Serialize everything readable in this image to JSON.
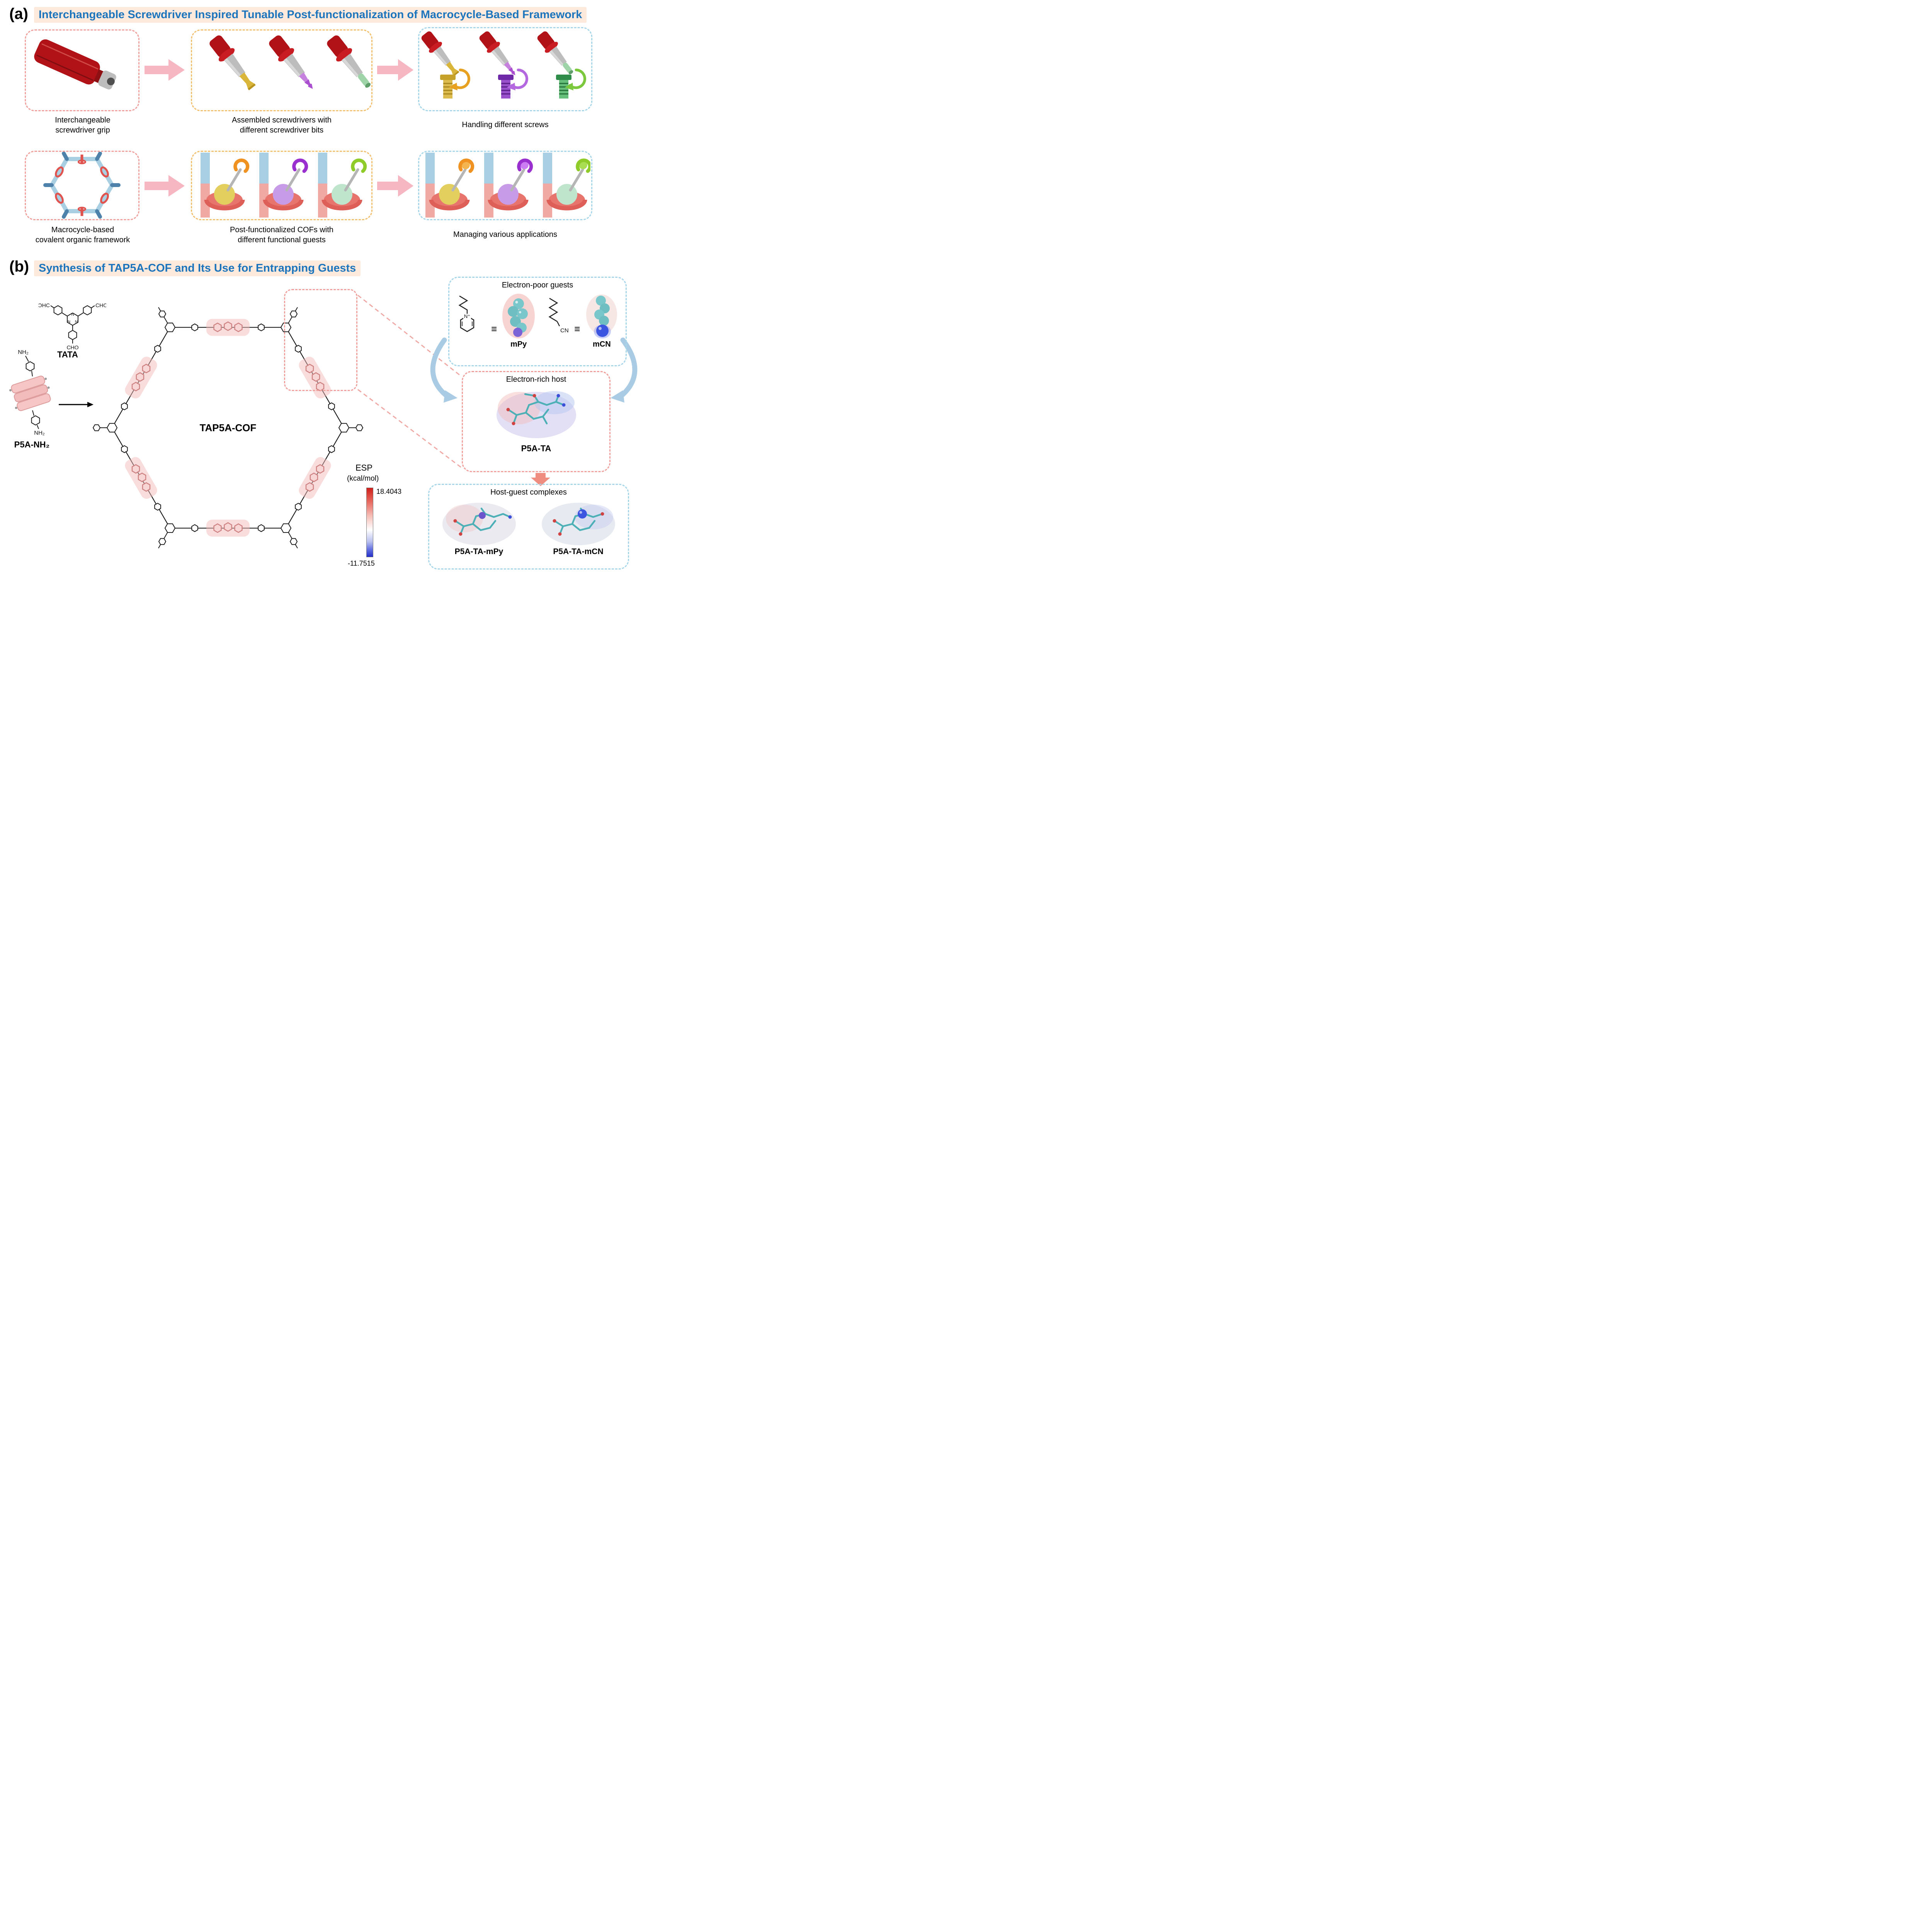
{
  "panel_a": {
    "label": "(a)",
    "title": "Interchangeable Screwdriver Inspired Tunable Post-functionalization of Macrocycle-Based Framework",
    "captions": {
      "grip": "Interchangeable\nscrewdriver grip",
      "assembled": "Assembled screwdrivers with\ndifferent screwdriver bits",
      "handling": "Handling different screws",
      "macrocycle": "Macrocycle-based\ncovalent organic framework",
      "post_functionalized": "Post-functionalized COFs with\ndifferent functional guests",
      "managing": "Managing various applications"
    }
  },
  "panel_b": {
    "label": "(b)",
    "title": "Synthesis of TAP5A-COF and Its Use for Entrapping Guests",
    "monomers": {
      "tata_label": "TATA",
      "ohc": "OHC",
      "cho_right": "CHO",
      "cho_bottom": "CHO",
      "n_atom": "N",
      "p5a_label": "P5A-NH₂",
      "nh2_top": "NH₂",
      "nh2_bottom": "NH₂"
    },
    "cof_label": "TAP5A-COF",
    "guests_box": {
      "title": "Electron-poor guests",
      "equivalence": "≡",
      "pyridinium_n": "N⁺",
      "nitrile": "CN",
      "mpy_label": "mPy",
      "mcn_label": "mCN"
    },
    "host_box": {
      "title": "Electron-rich host",
      "label": "P5A-TA"
    },
    "complexes_box": {
      "title": "Host-guest complexes",
      "mpy_label": "P5A-TA-mPy",
      "mcn_label": "P5A-TA-mCN"
    },
    "esp_scale": {
      "title": "ESP",
      "unit": "(kcal/mol)",
      "max": "18.4043",
      "min": "-11.7515"
    }
  },
  "colors": {
    "heading_blue": "#1b74bc",
    "heading_bg": "#fdeadd",
    "dashed_pink": "#f0a09d",
    "dashed_yellow": "#f2c06e",
    "dashed_blue": "#a6d6e9",
    "arrow_pink": "#f6b6c2",
    "handle_red": "#b01217",
    "torus_red": "#e8756d",
    "framework_blue": "#a9cfe3",
    "esp_positive": "#cf1f1a",
    "esp_negative": "#2430c8"
  }
}
